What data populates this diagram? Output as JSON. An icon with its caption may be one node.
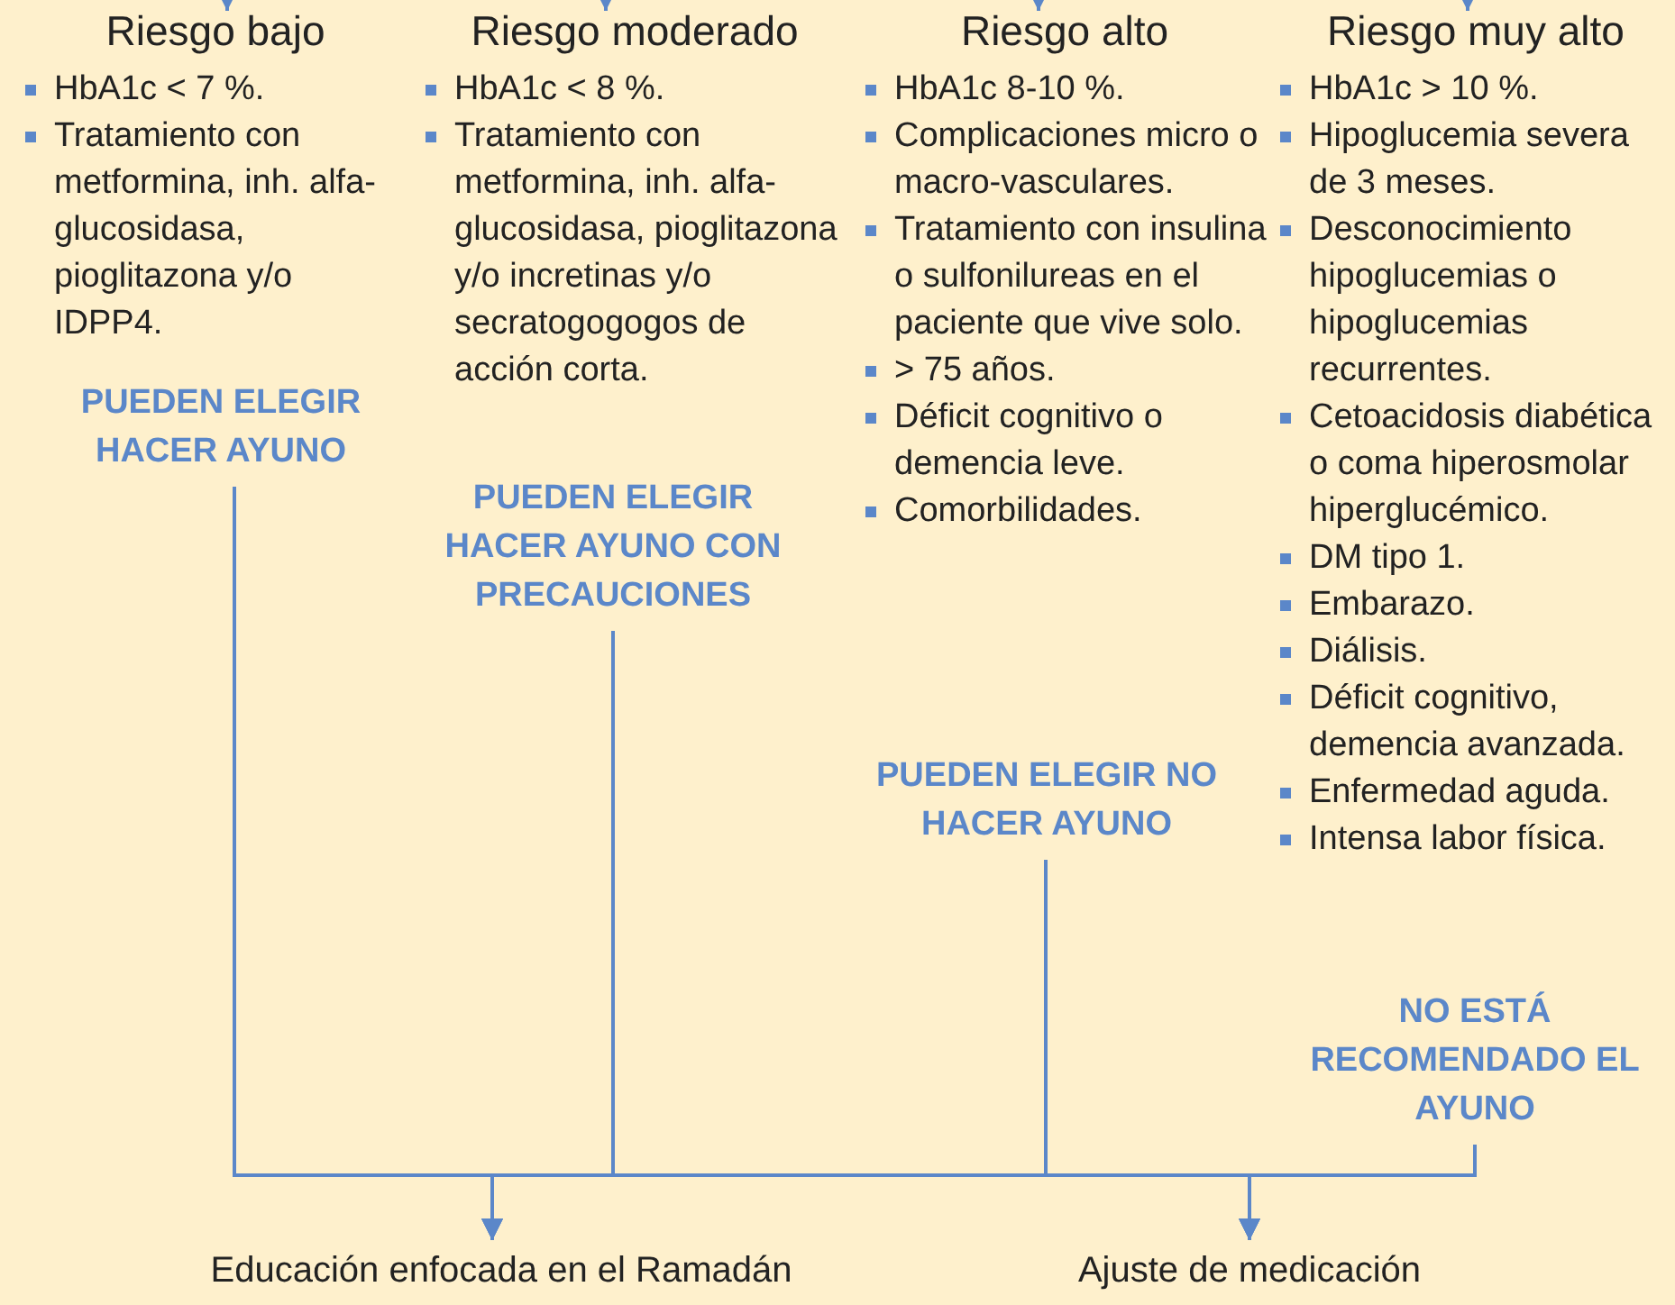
{
  "diagram": {
    "nodes": [
      {
        "text": [
          "Riesgo bajo",
          "HbA1c < 7 %.",
          "Tratamiento con metformina, inh. alfa-glucosidasa, pioglitazona y/o IDPP4."
        ]
      },
      {
        "text": [
          "PUEDEN ELEGIR HACER AYUNO"
        ]
      },
      {
        "text": [
          "Riesgo moderado",
          "HbA1c < 8 %.",
          "Tratamiento con metformina, inh. alfa-glucosidasa, pioglitazona y/o incretinas y/o secratogogogos de acción corta."
        ]
      },
      {
        "text": [
          "PUEDEN ELEGIR HACER AYUNO CON PRECAUCIONES"
        ]
      },
      {
        "text": [
          "Riesgo alto",
          "HbA1c 8-10 %.",
          "Complicaciones micro o macro-vasculares.",
          "Tratamiento con insulina o sulfonilureas en el paciente que vive solo.",
          "> 75 años.",
          "Déficit cognitivo o demencia leve.",
          "Comorbilidades."
        ]
      },
      {
        "text": [
          "PUEDEN ELEGIR NO HACER AYUNO"
        ]
      },
      {
        "text": [
          "Riesgo muy alto",
          "HbA1c > 10 %.",
          "Hipoglucemia severa de 3 meses.",
          "Desconocimiento hipoglucemias o hipoglucemias recurrentes.",
          "Cetoacidosis diabética o coma hiperosmolar hiperglucémico.",
          "DM tipo 1.",
          "Embarazo.",
          "Diálisis.",
          "Déficit cognitivo, demencia avanzada.",
          "Enfermedad aguda.",
          "Intensa labor física."
        ]
      },
      {
        "text": [
          "NO ESTÁ RECOMENDADO EL AYUNO"
        ]
      },
      {
        "text": [
          "Educación enfocada en el Ramadán"
        ]
      },
      {
        "text": [
          "Ajuste de medicación"
        ]
      }
    ],
    "edges": [
      {
        "from": null,
        "to": 0,
        "arrow": "to"
      },
      {
        "from": null,
        "to": 2,
        "arrow": "to"
      },
      {
        "from": null,
        "to": 4,
        "arrow": "to"
      },
      {
        "from": null,
        "to": 6,
        "arrow": "to"
      },
      {
        "from": 1,
        "to": 8,
        "arrow": "to"
      },
      {
        "from": 1,
        "to": 9,
        "arrow": "to"
      },
      {
        "from": 3,
        "to": 8,
        "arrow": "to"
      },
      {
        "from": 3,
        "to": 9,
        "arrow": "to"
      },
      {
        "from": 5,
        "to": 8,
        "arrow": "to"
      },
      {
        "from": 5,
        "to": 9,
        "arrow": "to"
      },
      {
        "from": 7,
        "to": 8,
        "arrow": "to"
      },
      {
        "from": 7,
        "to": 9,
        "arrow": "to"
      }
    ]
  }
}
